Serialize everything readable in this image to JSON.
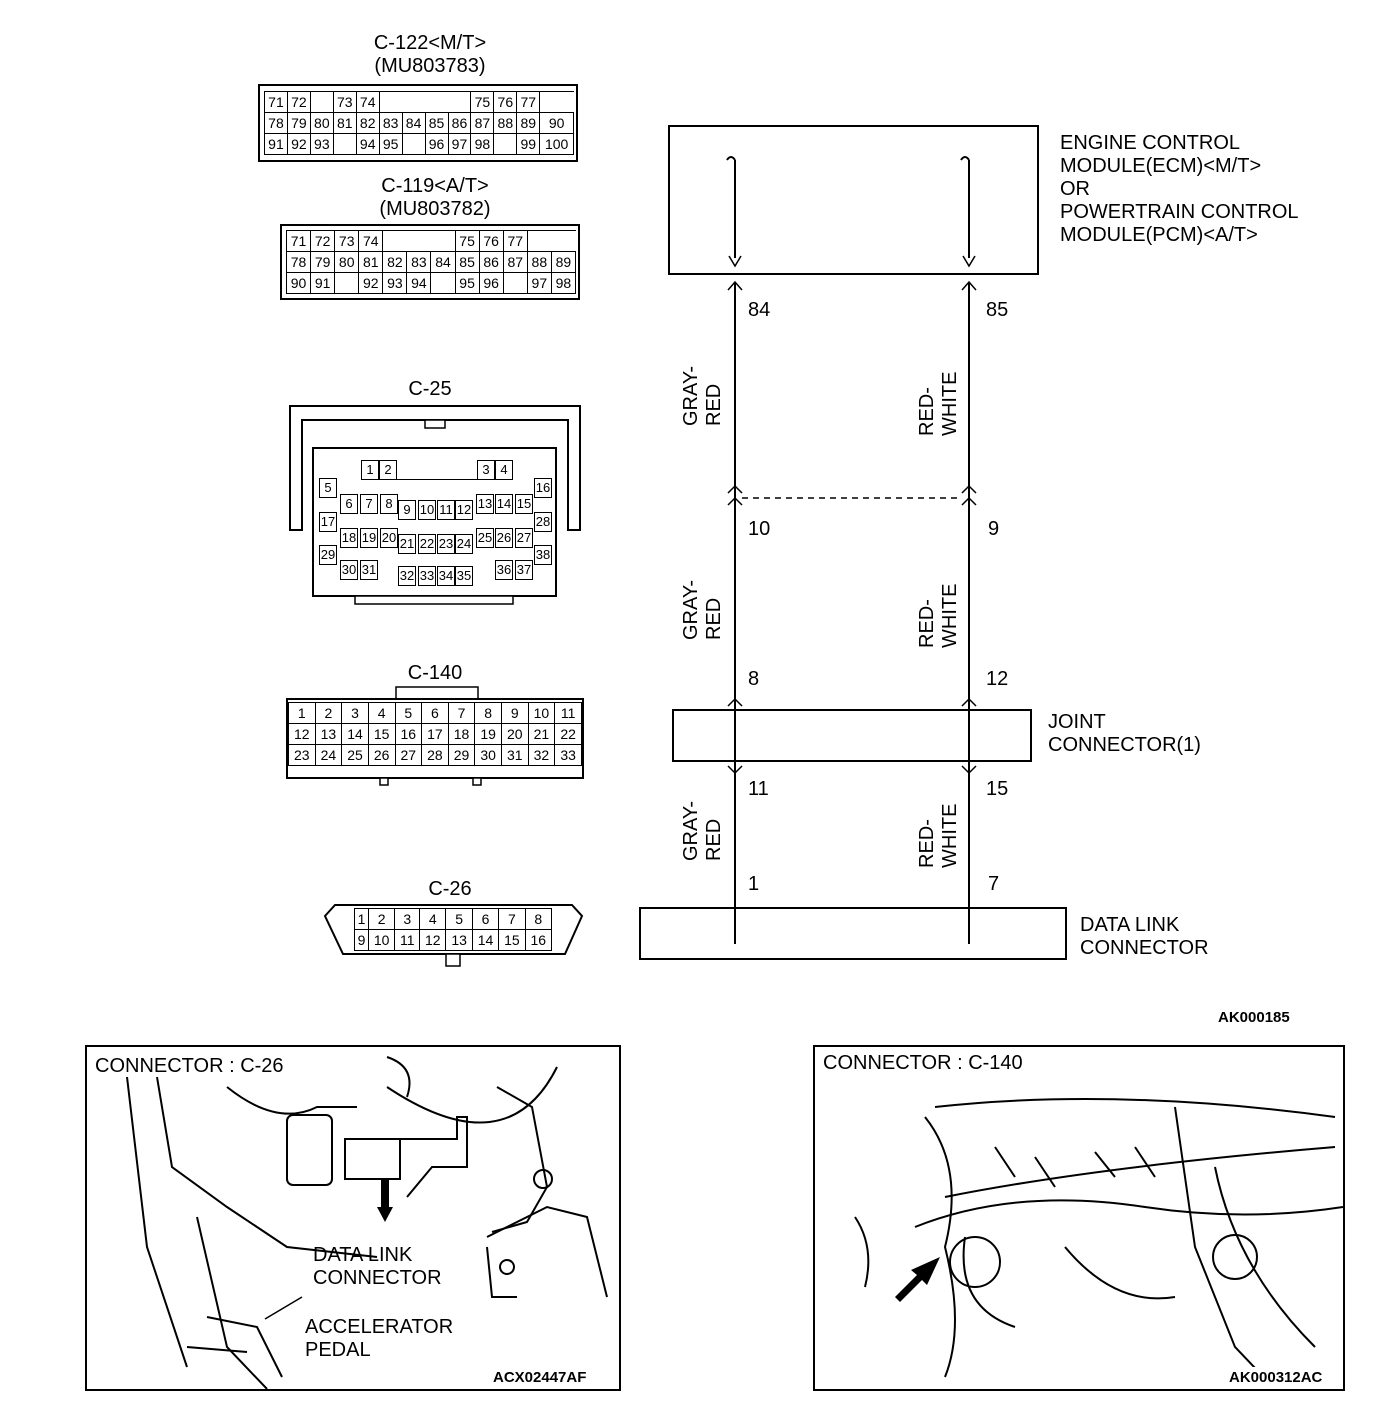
{
  "connectors": {
    "c122": {
      "title": "C-122<M/T>",
      "part": "(MU803783)",
      "rows": [
        [
          "71",
          "72",
          "",
          "73",
          "74",
          "",
          "",
          "",
          "",
          "75",
          "76",
          "77"
        ],
        [
          "78",
          "79",
          "80",
          "81",
          "82",
          "83",
          "84",
          "85",
          "86",
          "87",
          "88",
          "89",
          "90"
        ],
        [
          "91",
          "92",
          "93",
          "",
          "94",
          "95",
          "",
          "96",
          "97",
          "98",
          "",
          "99",
          "100"
        ]
      ]
    },
    "c119": {
      "title": "C-119<A/T>",
      "part": "(MU803782)",
      "rows": [
        [
          "71",
          "72",
          "73",
          "74",
          "",
          "",
          "",
          "75",
          "76",
          "77"
        ],
        [
          "78",
          "79",
          "80",
          "81",
          "82",
          "83",
          "84",
          "85",
          "86",
          "87",
          "88",
          "89"
        ],
        [
          "90",
          "91",
          "",
          "92",
          "93",
          "94",
          "",
          "95",
          "96",
          "",
          "97",
          "98"
        ]
      ]
    },
    "c25": {
      "title": "C-25",
      "pins": [
        "1",
        "2",
        "3",
        "4",
        "5",
        "6",
        "7",
        "8",
        "9",
        "10",
        "11",
        "12",
        "13",
        "14",
        "15",
        "16",
        "17",
        "18",
        "19",
        "20",
        "21",
        "22",
        "23",
        "24",
        "25",
        "26",
        "27",
        "28",
        "29",
        "30",
        "31",
        "32",
        "33",
        "34",
        "35",
        "36",
        "37",
        "38"
      ]
    },
    "c140": {
      "title": "C-140",
      "rows": [
        [
          "1",
          "2",
          "3",
          "4",
          "5",
          "6",
          "7",
          "8",
          "9",
          "10",
          "11"
        ],
        [
          "12",
          "13",
          "14",
          "15",
          "16",
          "17",
          "18",
          "19",
          "20",
          "21",
          "22"
        ],
        [
          "23",
          "24",
          "25",
          "26",
          "27",
          "28",
          "29",
          "30",
          "31",
          "32",
          "33"
        ]
      ]
    },
    "c26": {
      "title": "C-26",
      "rows": [
        [
          "1",
          "2",
          "3",
          "4",
          "5",
          "6",
          "7",
          "8"
        ],
        [
          "9",
          "10",
          "11",
          "12",
          "13",
          "14",
          "15",
          "16"
        ]
      ]
    }
  },
  "schematic": {
    "ecm_label": [
      "ENGINE CONTROL",
      "MODULE(ECM)<M/T>",
      "OR",
      "POWERTRAIN CONTROL",
      "MODULE(PCM)<A/T>"
    ],
    "joint_label": [
      "JOINT",
      "CONNECTOR(1)"
    ],
    "dlc_label": [
      "DATA LINK",
      "CONNECTOR"
    ],
    "pins_left": [
      "84",
      "10",
      "8",
      "11",
      "1"
    ],
    "pins_right": [
      "85",
      "9",
      "12",
      "15",
      "7"
    ],
    "wire_left": [
      "GRAY-",
      "RED"
    ],
    "wire_right": [
      "RED-",
      "WHITE"
    ],
    "code": "AK000185"
  },
  "photo_left": {
    "title": "CONNECTOR : C-26",
    "callout1": [
      "DATA LINK",
      "CONNECTOR"
    ],
    "callout2": [
      "ACCELERATOR",
      "PEDAL"
    ],
    "code": "ACX02447AF"
  },
  "photo_right": {
    "title": "CONNECTOR : C-140",
    "code": "AK000312AC"
  }
}
